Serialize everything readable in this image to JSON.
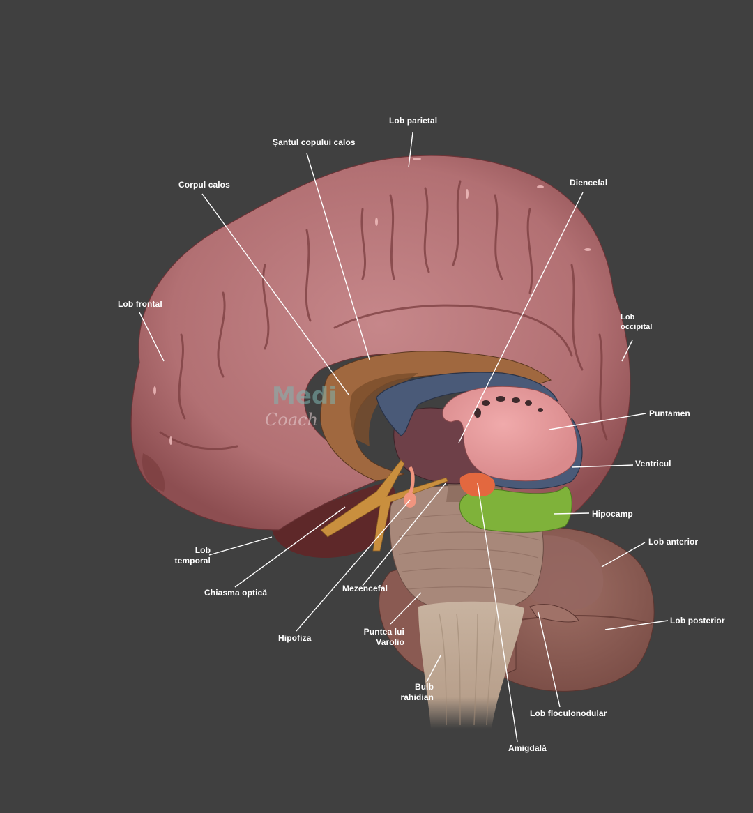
{
  "diagram": {
    "type": "anatomical-labeled-illustration",
    "subject": "Sagittal section of the human brain",
    "background_color": "#404040",
    "label_color": "#ffffff",
    "watermark": {
      "line1": "Medi",
      "line2": "Coach"
    },
    "colors": {
      "cortex": "#b8777a",
      "cortex_dark": "#7a3d3f",
      "corpus_callosum": "#a0683f",
      "ventricle": "#4a5a78",
      "putamen": "#e89a9c",
      "diencephalon": "#6e4048",
      "amygdala": "#e3683f",
      "hippocampus": "#7fb23a",
      "optic_chiasm": "#c98f3e",
      "cerebellum": "#8e6058",
      "brainstem": "#b59a88",
      "medulla": "#c6b09c",
      "temporal_dark": "#5e2829"
    }
  },
  "labels": {
    "lob_parietal": "Lob parietal",
    "santul_copului_calos": "Șantul copului calos",
    "corpul_calos": "Corpul calos",
    "diencefal": "Diencefal",
    "lob_frontal": "Lob frontal",
    "lob_occipital": [
      "Lob",
      "occipital"
    ],
    "puntamen": "Puntamen",
    "ventricul": "Ventricul",
    "hipocamp": "Hipocamp",
    "lob_anterior": "Lob anterior",
    "lob_temporal": [
      "Lob",
      "temporal"
    ],
    "chiasma_optica": "Chiasma optică",
    "mezencefal": "Mezencefal",
    "lob_posterior": "Lob posterior",
    "hipofiza": "Hipofiza",
    "puntea_lui_varolio": [
      "Puntea lui",
      "Varolio"
    ],
    "bulb_rahidian": [
      "Bulb",
      "rahidian"
    ],
    "lob_floculonodular": "Lob floculonodular",
    "amigdala": "Amigdală"
  }
}
